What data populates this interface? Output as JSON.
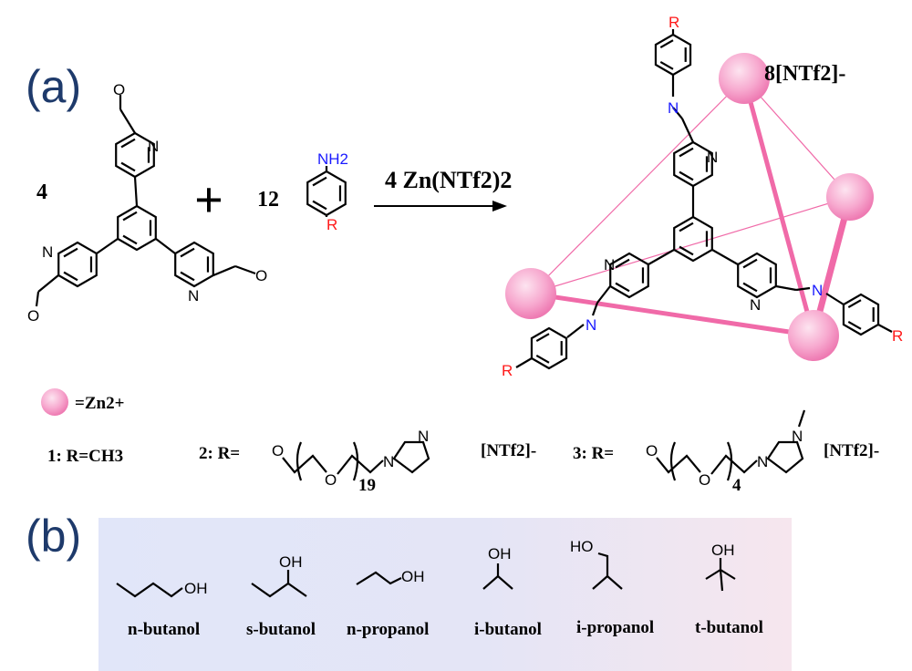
{
  "panel_a": {
    "label": "(a)",
    "reactant_coeff_ligand": "4",
    "plus": "+",
    "reactant_coeff_amine": "12",
    "amine_group": "NH2",
    "r_group": "R",
    "reagent": "4 Zn(NTf2)2",
    "product_counterion": "8[NTf2]-",
    "aldehyde_oxygen": "O",
    "pyridine_nitrogen": "N",
    "imine_nitrogen": "N",
    "legend": {
      "zn_label": "=Zn2+",
      "r1": "1: R=CH3",
      "r2_label": "2: R=",
      "r2_repeat": "19",
      "r2_counterion": "[NTf2]-",
      "r3_label": "3: R=",
      "r3_repeat": "4",
      "r3_counterion": "[NTf2]-",
      "ether_oxygen": "O",
      "imidazole_nitrogen": "N"
    }
  },
  "panel_b": {
    "label": "(b)",
    "hydroxyl": "OH",
    "hydroxyl_left": "HO",
    "alcohols": [
      "n-butanol",
      "s-butanol",
      "n-propanol",
      "i-butanol",
      "i-propanol",
      "t-butanol"
    ]
  },
  "colors": {
    "panel_label": "#1e3a6b",
    "zinc_sphere": "#f48cc0",
    "cage_edges": "#f06aa8",
    "nitrogen": "#1a1aff",
    "r_group": "#ff1a1a",
    "box_left": "#e1e6f9",
    "box_right": "#f6e6ee"
  }
}
